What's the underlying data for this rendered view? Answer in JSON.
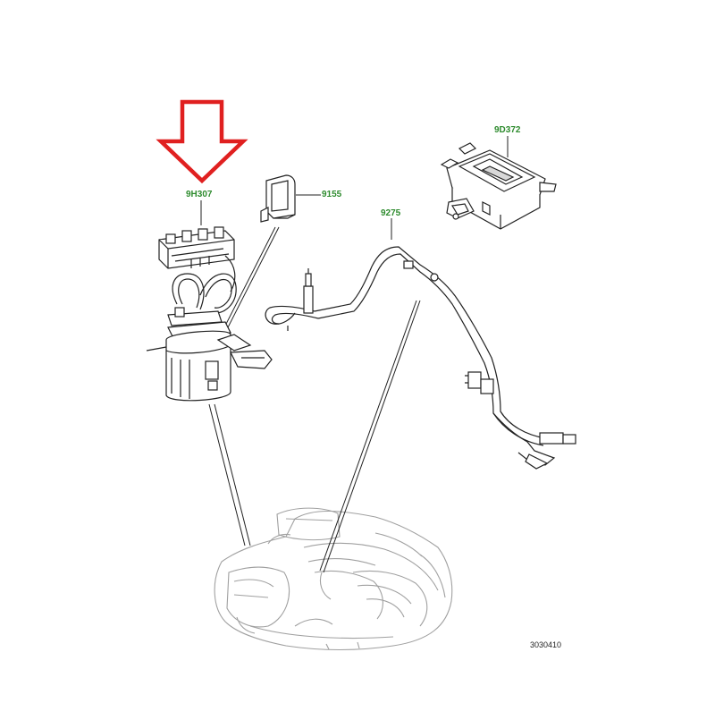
{
  "colors": {
    "callout_text": "#2e8b2e",
    "arrow": "#e02020",
    "line": "#222222",
    "ghost": "#9a9a9a"
  },
  "callouts": {
    "fuel_pump_module": "9H307",
    "fuel_level_sender": "9155",
    "harness": "9275",
    "control_module": "9D372"
  },
  "figure_ref": "3030410",
  "highlight": {
    "icon": "down-arrow-icon",
    "target": "fuel_pump_module"
  }
}
